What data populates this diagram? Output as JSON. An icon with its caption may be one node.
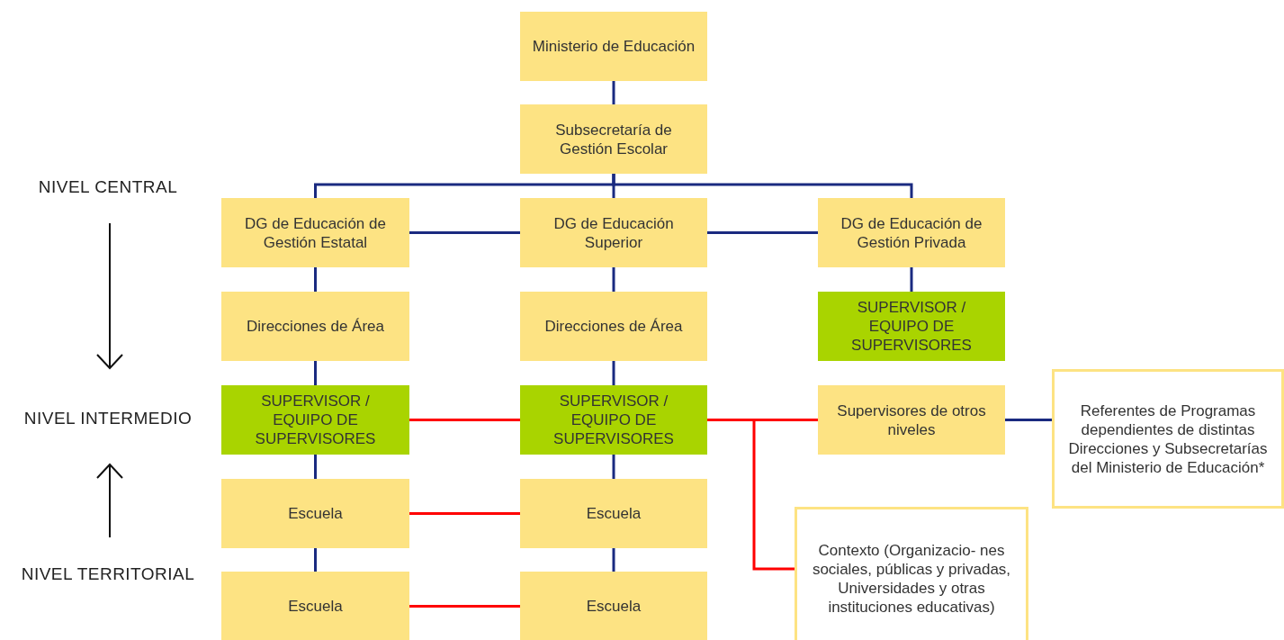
{
  "diagram": {
    "nodes": [
      {
        "text": [
          "Ministerio de Educación"
        ]
      },
      {
        "text": [
          "Subsecretaría de Gestión Escolar"
        ]
      },
      {
        "text": [
          "DG de Educación de Gestión Estatal"
        ]
      },
      {
        "text": [
          "DG de Educación Superior"
        ]
      },
      {
        "text": [
          "DG de Educación de Gestión Privada"
        ]
      },
      {
        "text": [
          "Direcciones de Área"
        ]
      },
      {
        "text": [
          "Direcciones de Área"
        ]
      },
      {
        "text": [
          "SUPERVISOR / EQUIPO DE SUPERVISORES"
        ]
      },
      {
        "text": [
          "SUPERVISOR / EQUIPO DE SUPERVISORES"
        ]
      },
      {
        "text": [
          "SUPERVISOR / EQUIPO DE SUPERVISORES"
        ]
      },
      {
        "text": [
          "Supervisores de otros niveles"
        ]
      },
      {
        "text": [
          "Referentes de Programas dependientes de distintas Direcciones y Subsecretarías del Ministerio de Educación*"
        ]
      },
      {
        "text": [
          "Escuela"
        ]
      },
      {
        "text": [
          "Escuela"
        ]
      },
      {
        "text": [
          "Contexto (Organizacio- nes sociales, públicas y privadas, Universidades y otras instituciones educativas)"
        ]
      },
      {
        "text": [
          "Escuela"
        ]
      },
      {
        "text": [
          "Escuela"
        ]
      }
    ],
    "edges": [
      {
        "from": 0,
        "to": 1,
        "arrow": "none"
      },
      {
        "from": 1,
        "to": 2,
        "arrow": "none"
      },
      {
        "from": 1,
        "to": 3,
        "arrow": "none"
      },
      {
        "from": 1,
        "to": 4,
        "arrow": "none"
      },
      {
        "from": 2,
        "to": 3,
        "arrow": "none"
      },
      {
        "from": 3,
        "to": 4,
        "arrow": "none"
      },
      {
        "from": 2,
        "to": 5,
        "arrow": "none"
      },
      {
        "from": 3,
        "to": 6,
        "arrow": "none"
      },
      {
        "from": 4,
        "to": 7,
        "arrow": "none"
      },
      {
        "from": 5,
        "to": 8,
        "arrow": "none"
      },
      {
        "from": 6,
        "to": 9,
        "arrow": "none"
      },
      {
        "from": 8,
        "to": 9,
        "arrow": "none",
        "color": "#ff0000"
      },
      {
        "from": 9,
        "to": 10,
        "arrow": "none",
        "color": "#ff0000"
      },
      {
        "from": 9,
        "to": 14,
        "arrow": "none",
        "color": "#ff0000"
      },
      {
        "from": 10,
        "to": 11,
        "arrow": "none"
      },
      {
        "from": 8,
        "to": 12,
        "arrow": "none"
      },
      {
        "from": 9,
        "to": 13,
        "arrow": "none"
      },
      {
        "from": 12,
        "to": 13,
        "arrow": "none",
        "color": "#ff0000"
      },
      {
        "from": 12,
        "to": 15,
        "arrow": "none"
      },
      {
        "from": 13,
        "to": 16,
        "arrow": "none"
      },
      {
        "from": 15,
        "to": 16,
        "arrow": "none",
        "color": "#ff0000"
      }
    ],
    "labels": [
      "NIVEL CENTRAL",
      "NIVEL INTERMEDIO",
      "NIVEL TERRITORIAL"
    ]
  }
}
